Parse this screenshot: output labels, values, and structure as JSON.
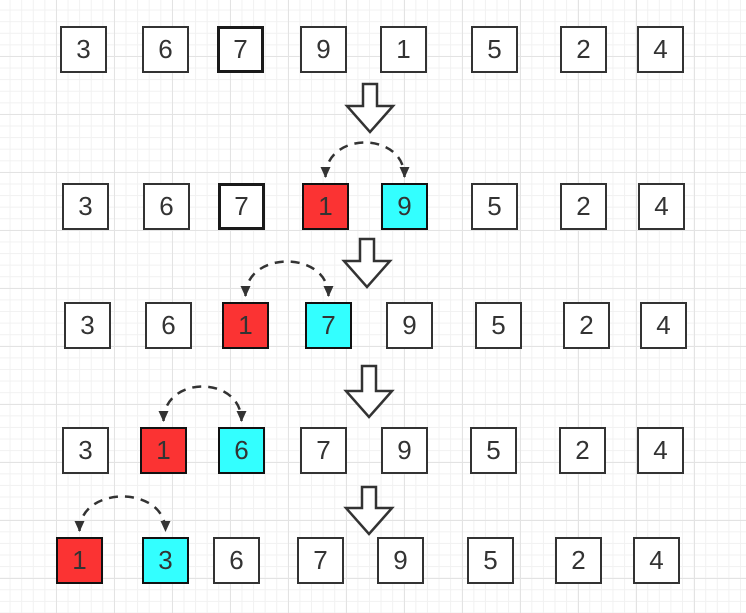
{
  "diagram": {
    "type": "array-swap-steps",
    "rows": [
      {
        "cells": [
          {
            "value": "3",
            "highlight": "none",
            "emphasis": false
          },
          {
            "value": "6",
            "highlight": "none",
            "emphasis": false
          },
          {
            "value": "7",
            "highlight": "none",
            "emphasis": true
          },
          {
            "value": "9",
            "highlight": "none",
            "emphasis": false
          },
          {
            "value": "1",
            "highlight": "none",
            "emphasis": false
          },
          {
            "value": "5",
            "highlight": "none",
            "emphasis": false
          },
          {
            "value": "2",
            "highlight": "none",
            "emphasis": false
          },
          {
            "value": "4",
            "highlight": "none",
            "emphasis": false
          }
        ]
      },
      {
        "cells": [
          {
            "value": "3",
            "highlight": "none",
            "emphasis": false
          },
          {
            "value": "6",
            "highlight": "none",
            "emphasis": false
          },
          {
            "value": "7",
            "highlight": "none",
            "emphasis": true
          },
          {
            "value": "1",
            "highlight": "red",
            "emphasis": false
          },
          {
            "value": "9",
            "highlight": "cyan",
            "emphasis": false
          },
          {
            "value": "5",
            "highlight": "none",
            "emphasis": false
          },
          {
            "value": "2",
            "highlight": "none",
            "emphasis": false
          },
          {
            "value": "4",
            "highlight": "none",
            "emphasis": false
          }
        ]
      },
      {
        "cells": [
          {
            "value": "3",
            "highlight": "none",
            "emphasis": false
          },
          {
            "value": "6",
            "highlight": "none",
            "emphasis": false
          },
          {
            "value": "1",
            "highlight": "red",
            "emphasis": false
          },
          {
            "value": "7",
            "highlight": "cyan",
            "emphasis": false
          },
          {
            "value": "9",
            "highlight": "none",
            "emphasis": false
          },
          {
            "value": "5",
            "highlight": "none",
            "emphasis": false
          },
          {
            "value": "2",
            "highlight": "none",
            "emphasis": false
          },
          {
            "value": "4",
            "highlight": "none",
            "emphasis": false
          }
        ]
      },
      {
        "cells": [
          {
            "value": "3",
            "highlight": "none",
            "emphasis": false
          },
          {
            "value": "1",
            "highlight": "red",
            "emphasis": false
          },
          {
            "value": "6",
            "highlight": "cyan",
            "emphasis": false
          },
          {
            "value": "7",
            "highlight": "none",
            "emphasis": false
          },
          {
            "value": "9",
            "highlight": "none",
            "emphasis": false
          },
          {
            "value": "5",
            "highlight": "none",
            "emphasis": false
          },
          {
            "value": "2",
            "highlight": "none",
            "emphasis": false
          },
          {
            "value": "4",
            "highlight": "none",
            "emphasis": false
          }
        ]
      },
      {
        "cells": [
          {
            "value": "1",
            "highlight": "red",
            "emphasis": false
          },
          {
            "value": "3",
            "highlight": "cyan",
            "emphasis": false
          },
          {
            "value": "6",
            "highlight": "none",
            "emphasis": false
          },
          {
            "value": "7",
            "highlight": "none",
            "emphasis": false
          },
          {
            "value": "9",
            "highlight": "none",
            "emphasis": false
          },
          {
            "value": "5",
            "highlight": "none",
            "emphasis": false
          },
          {
            "value": "2",
            "highlight": "none",
            "emphasis": false
          },
          {
            "value": "4",
            "highlight": "none",
            "emphasis": false
          }
        ]
      }
    ],
    "swaps": [
      {
        "row": 1,
        "from_index": 3,
        "to_index": 4
      },
      {
        "row": 2,
        "from_index": 2,
        "to_index": 3
      },
      {
        "row": 3,
        "from_index": 1,
        "to_index": 2
      },
      {
        "row": 4,
        "from_index": 0,
        "to_index": 1
      }
    ],
    "step_arrows": 4
  },
  "colors": {
    "highlight_red": "#FB3333",
    "highlight_cyan": "#33FFFF",
    "stroke": "#333333",
    "text": "#333333",
    "arrow_fill": "#ffffff"
  }
}
